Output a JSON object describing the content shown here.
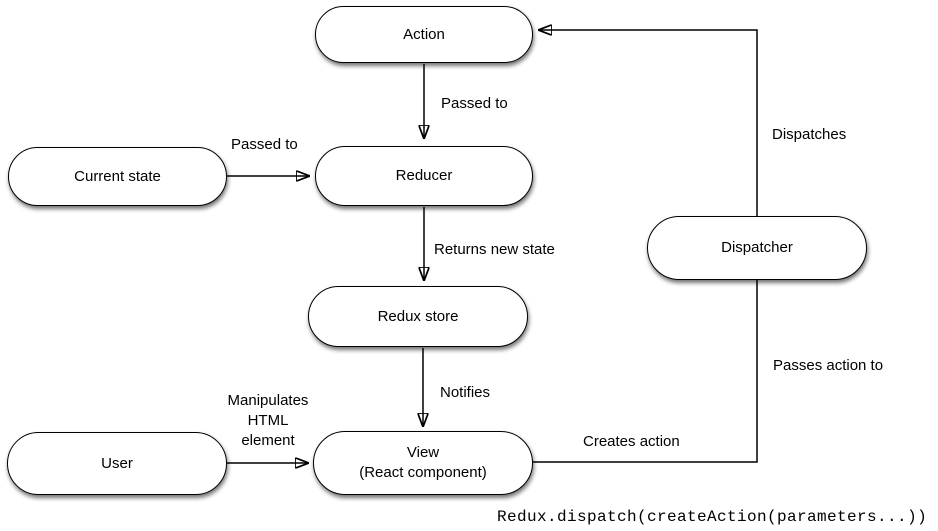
{
  "nodes": {
    "action": {
      "label": "Action"
    },
    "current_state": {
      "label": "Current state"
    },
    "reducer": {
      "label": "Reducer"
    },
    "redux_store": {
      "label": "Redux store"
    },
    "user": {
      "label": "User"
    },
    "view": {
      "label": "View",
      "sublabel": "(React component)"
    },
    "dispatcher": {
      "label": "Dispatcher"
    }
  },
  "edge_labels": {
    "action_to_reducer": "Passed to",
    "current_state_to_reducer": "Passed to",
    "reducer_to_store": "Returns new state",
    "store_to_view": "Notifies",
    "user_to_view": "Manipulates\nHTML\nelement",
    "view_creates_action": "Creates action",
    "passes_action_to": "Passes action to",
    "dispatches": "Dispatches"
  },
  "caption": {
    "code": "Redux.dispatch(createAction(parameters...))"
  },
  "colors": {
    "background": "#ffffff",
    "node_fill": "#ffffff",
    "node_border": "#000000",
    "line": "#000000",
    "text": "#000000"
  }
}
